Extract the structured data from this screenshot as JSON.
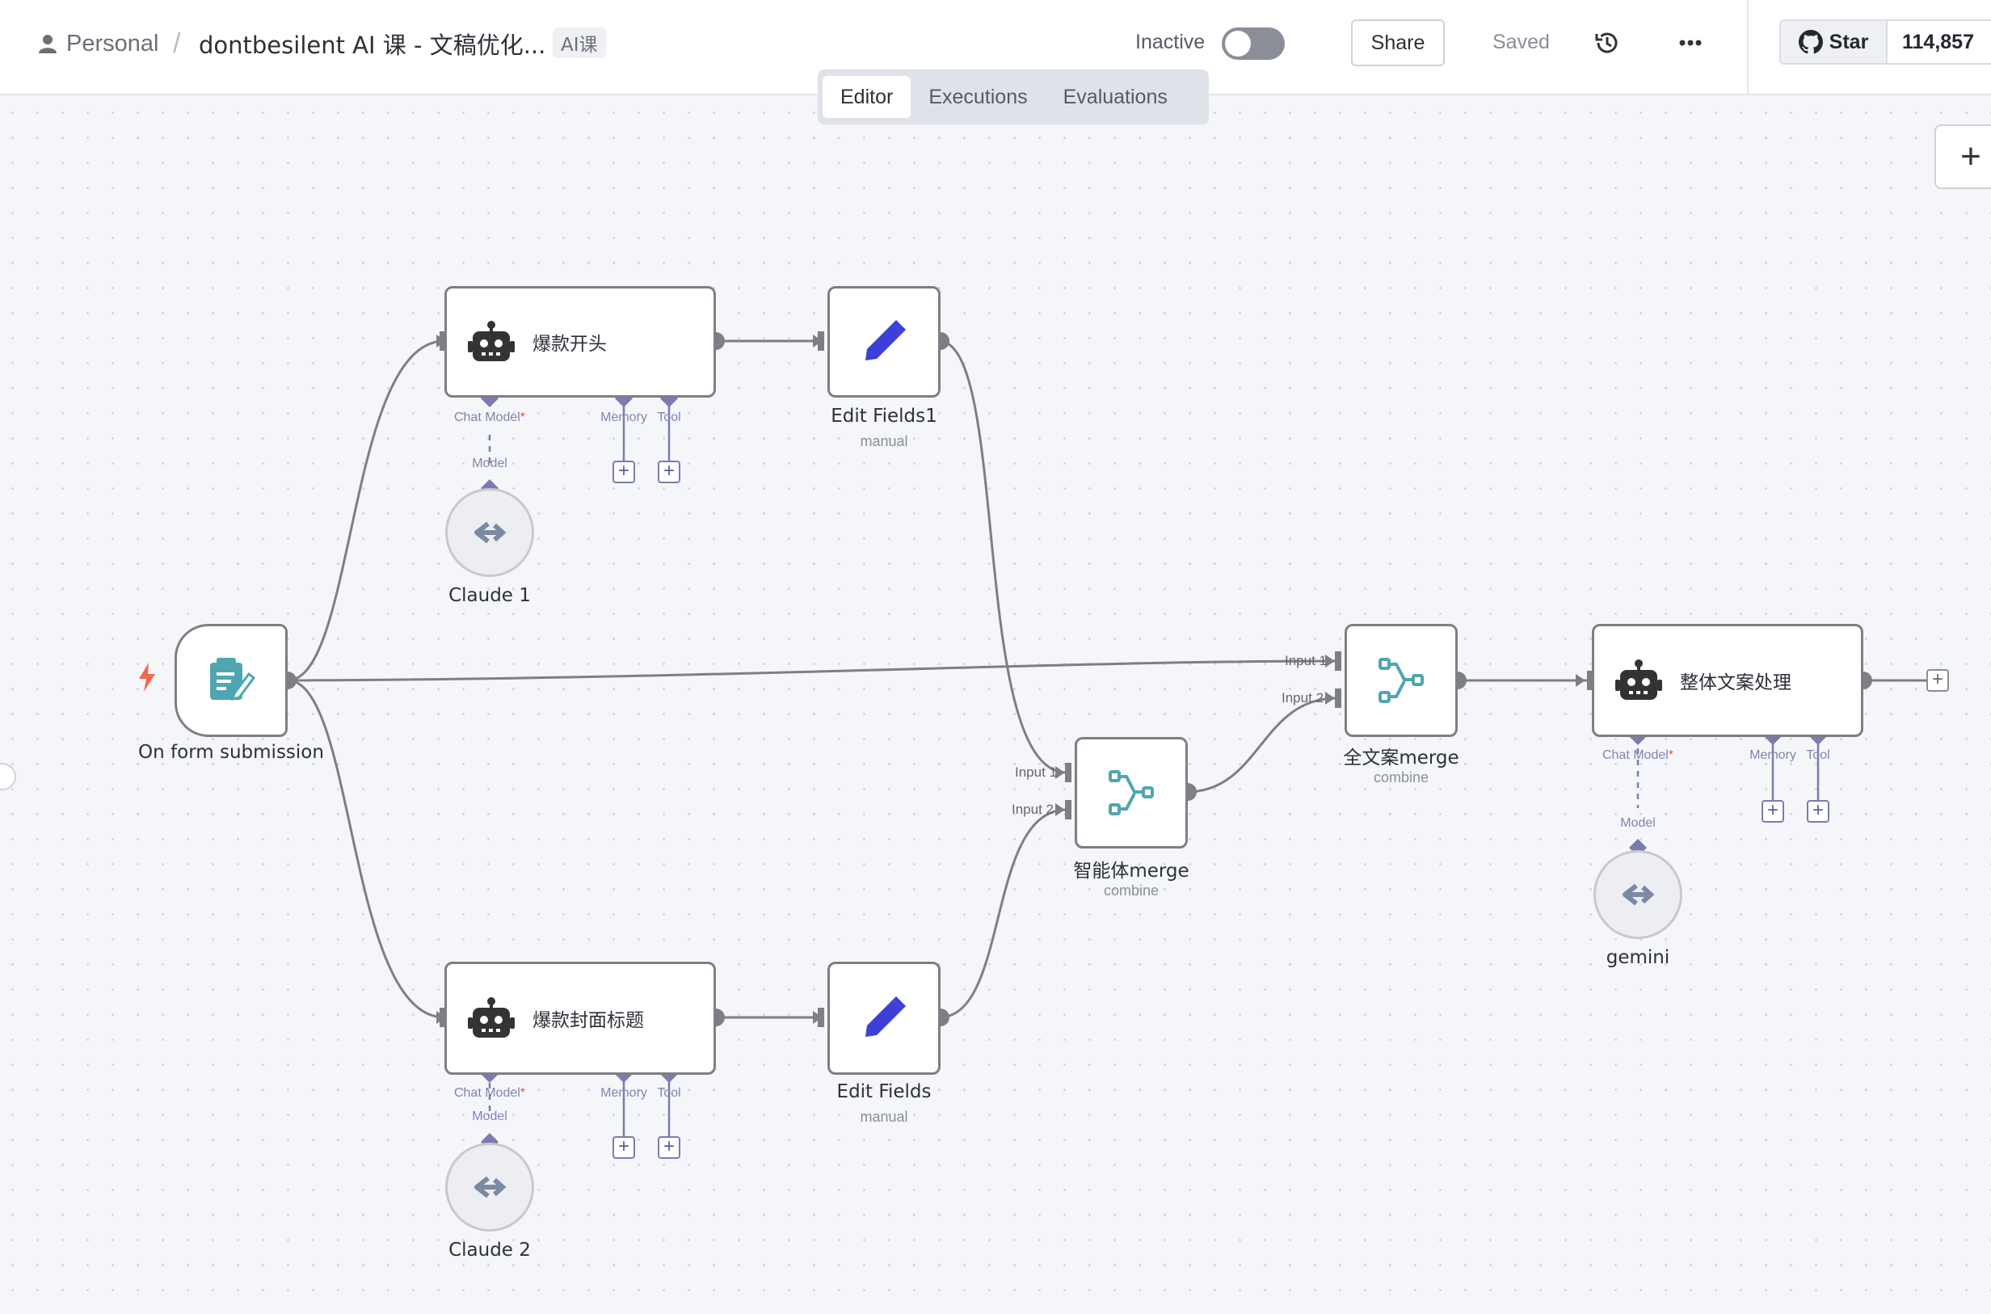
{
  "header": {
    "project": "Personal",
    "separator": "/",
    "workflow_title": "dontbesilent AI 课 - 文稿优化...",
    "tag": "AI课",
    "status_label": "Inactive",
    "share_label": "Share",
    "saved_label": "Saved",
    "github_star_label": "Star",
    "github_star_count": "114,857"
  },
  "tabs": [
    {
      "label": "Editor",
      "active": true
    },
    {
      "label": "Executions",
      "active": false
    },
    {
      "label": "Evaluations",
      "active": false
    }
  ],
  "nodes": {
    "trigger": {
      "label": "On form submission"
    },
    "agent_top": {
      "title": "爆款开头"
    },
    "agent_bottom": {
      "title": "爆款封面标题"
    },
    "agent_final": {
      "title": "整体文案处理"
    },
    "edit_fields1": {
      "label": "Edit Fields1",
      "sub": "manual"
    },
    "edit_fields": {
      "label": "Edit Fields",
      "sub": "manual"
    },
    "merge_agent": {
      "label": "智能体merge",
      "sub": "combine"
    },
    "merge_all": {
      "label": "全文案merge",
      "sub": "combine"
    },
    "claude1": {
      "label": "Claude 1"
    },
    "claude2": {
      "label": "Claude 2"
    },
    "gemini": {
      "label": "gemini"
    }
  },
  "ports": {
    "chat_model": "Chat Model",
    "required_mark": "*",
    "memory": "Memory",
    "tool": "Tool",
    "model": "Model",
    "input1": "Input 1",
    "input2": "Input 2"
  },
  "colors": {
    "agent_port": "#7b7bb3",
    "edge": "#7d7f85",
    "pencil": "#3c3fd8",
    "merge_icon": "#4fa6b0",
    "trigger_bolt": "#ee6b4d"
  }
}
